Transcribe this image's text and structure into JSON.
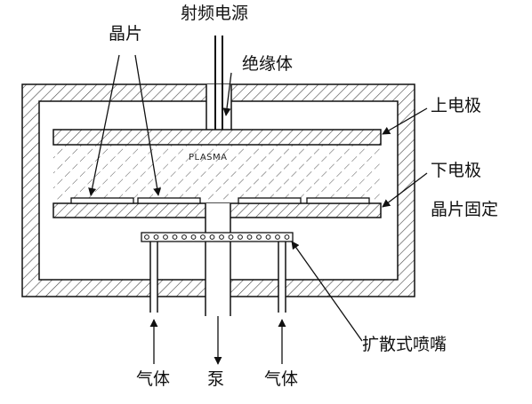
{
  "labels": {
    "wafer": "晶片",
    "rf_source": "射频电源",
    "insulator": "绝缘体",
    "upper_electrode": "上电极",
    "lower_electrode": "下电极",
    "wafer_holder": "晶片固定",
    "diffusion_nozzle": "扩散式喷嘴",
    "gas_left": "气体",
    "pump": "泵",
    "gas_right": "气体",
    "plasma": "PLASMA"
  }
}
